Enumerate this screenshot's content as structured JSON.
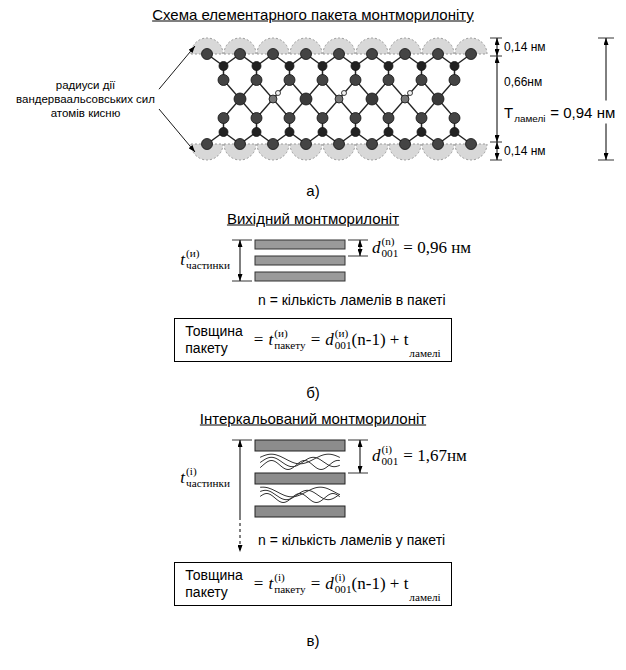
{
  "diagram": {
    "nodes": [
      {
        "text": [
          "Товщина пакету",
          "=",
          "t",
          "(и)",
          "пакету",
          "=",
          "d",
          "(и)",
          "001",
          "(n-1) + t",
          "ламелі"
        ]
      },
      {
        "text": [
          "Товщина пакету",
          "=",
          "t",
          "(i)",
          "пакету",
          "=",
          "d",
          "(i)",
          "001",
          "(n-1) + t",
          "ламелі"
        ]
      }
    ],
    "labels": [
      "Схема елементарного пакета монтморилоніту",
      "радиуси дії вандерваальсовських сил атомів кисню",
      "0,14 нм",
      "0,66нм",
      "0,14 нм",
      "T",
      "ламелі",
      "= 0,94 нм",
      "а)",
      "Вихідний монтморилоніт",
      "t",
      "(и)",
      "частинки",
      "d",
      "(n)",
      "001",
      "= 0,96 нм",
      "n = кількість ламелів в пакеті",
      "б)",
      "Інтеркальований монтморилоніт",
      "t",
      "(i)",
      "частинки",
      "d",
      "(i)",
      "001",
      "= 1,67нм",
      "n = кількість ламелів у пакеті",
      "в)"
    ]
  }
}
